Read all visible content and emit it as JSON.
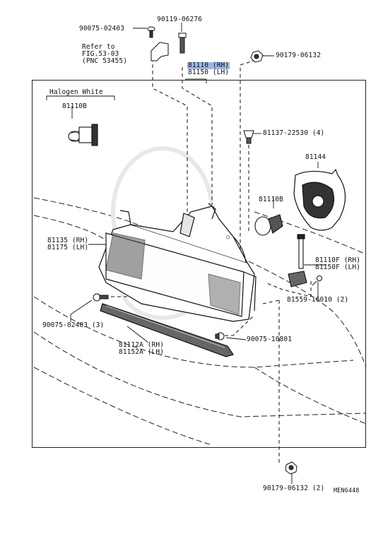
{
  "parts": {
    "p90119_06276": "90119-06276",
    "p90075_02403_top": "90075-02403",
    "refer": "Refer to",
    "fig": "FIG.53-03",
    "pnc": "(PNC 53455)",
    "p90179_06132_top": "90179-06132",
    "p81110_rh": "81110 (RH)",
    "p81150_lh": "81150 (LH)",
    "halogen": "Halogen White",
    "p81110b_left": "81110B",
    "p81137": "81137-22530 (4)",
    "p81144": "81144",
    "p81110b_right": "81110B",
    "p81135_rh": "81135 (RH)",
    "p81175_lh": "81175 (LH)",
    "p81110f_rh": "81110F (RH)",
    "p81150f_lh": "81150F (LH)",
    "p81559": "81559-16010 (2)",
    "p90075_02403_3": "90075-02403 (3)",
    "p90075_10801": "90075-10801",
    "p81112a_rh": "81112A (RH)",
    "p81152a_lh": "81152A (LH)",
    "p90179_06132_2": "90179-06132 (2)",
    "code": "MEN6448"
  }
}
